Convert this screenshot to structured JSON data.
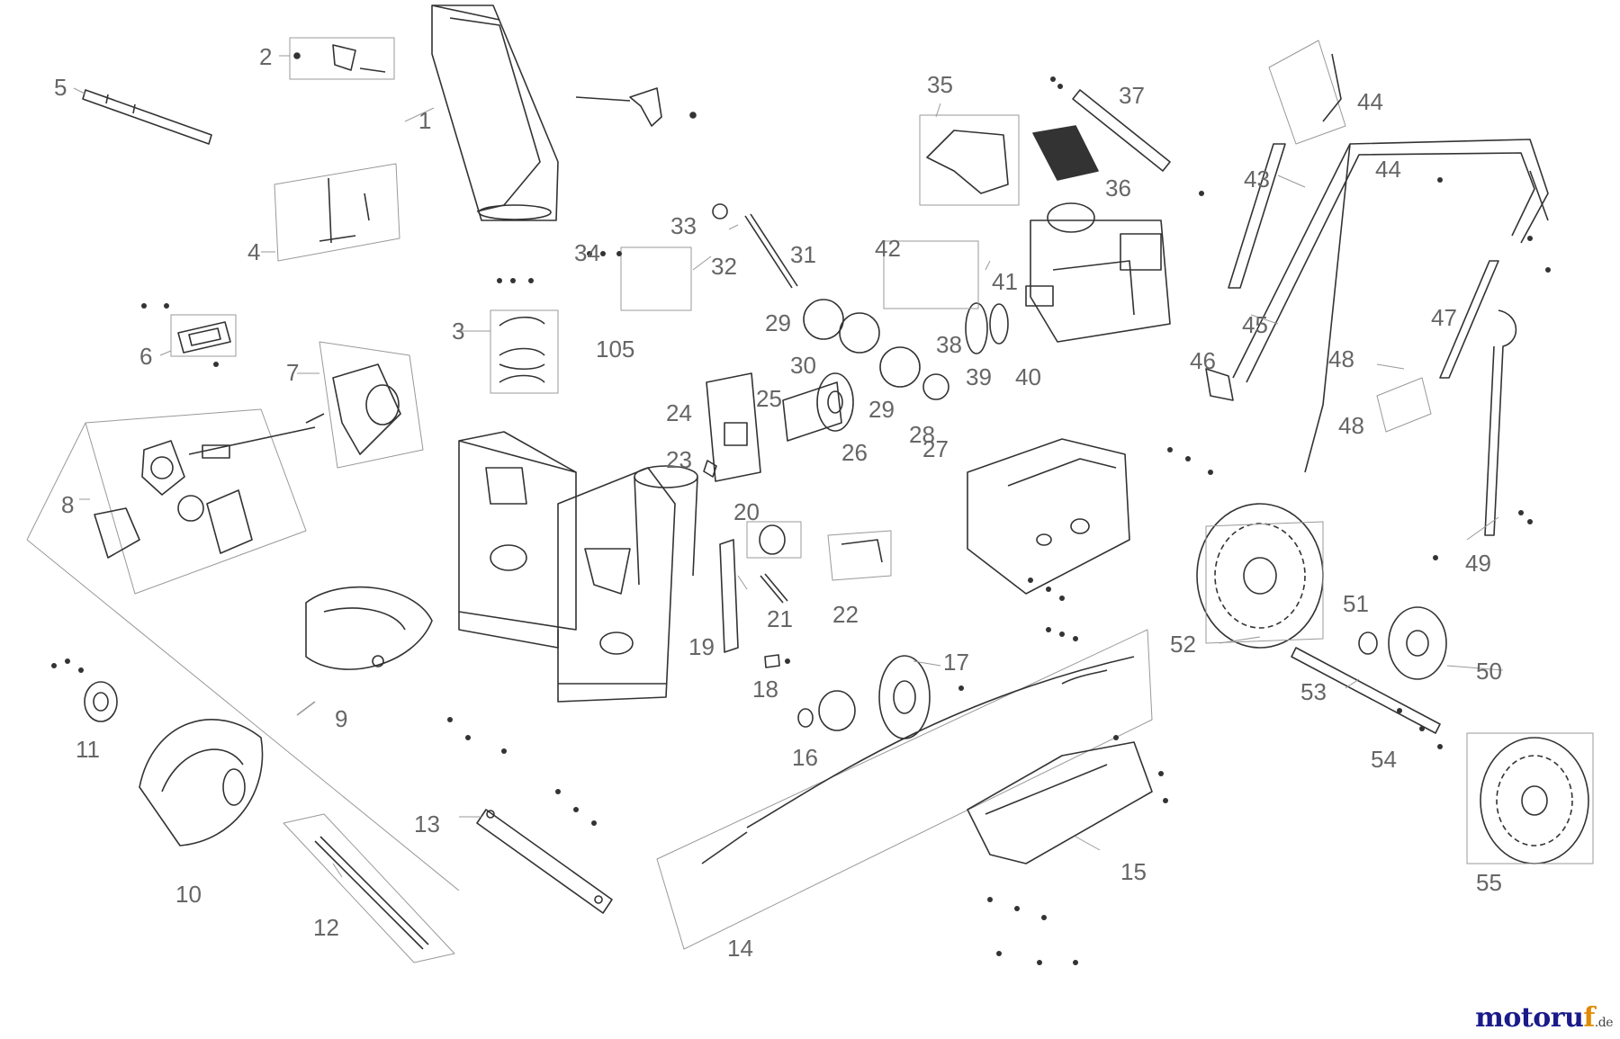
{
  "diagram": {
    "type": "exploded-parts-diagram",
    "part_labels": [
      "1",
      "2",
      "3",
      "4",
      "5",
      "6",
      "7",
      "8",
      "9",
      "10",
      "11",
      "12",
      "13",
      "14",
      "15",
      "16",
      "17",
      "18",
      "19",
      "20",
      "21",
      "22",
      "23",
      "24",
      "25",
      "26",
      "27",
      "28",
      "29",
      "29",
      "30",
      "31",
      "32",
      "33",
      "34",
      "35",
      "36",
      "37",
      "38",
      "39",
      "40",
      "41",
      "42",
      "43",
      "44",
      "44",
      "45",
      "46",
      "47",
      "48",
      "48",
      "49",
      "50",
      "51",
      "52",
      "53",
      "54",
      "55",
      "105"
    ]
  },
  "watermark": {
    "brand_main": "motoru",
    "brand_accent": "f",
    "brand_suffix": ".de",
    "brand_color": "#1a1a8a",
    "accent_color": "#e08a00"
  },
  "colors": {
    "label": "#666666",
    "line": "#333333",
    "leader": "#999999"
  }
}
